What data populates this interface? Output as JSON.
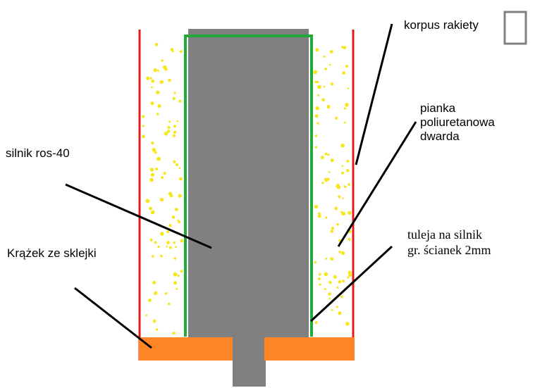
{
  "colors": {
    "body_tube": "#e21a1a",
    "sleeve": "#1faa3a",
    "motor": "#808080",
    "foam_dots": "#f5e61e",
    "disc": "#ff8424",
    "leader": "#000000",
    "symbol_box": "#808080"
  },
  "labels": {
    "korpus": "korpus rakiety",
    "pianka": [
      "pianka",
      "poliuretanowa",
      "dwarda"
    ],
    "silnik": "silnik ros-40",
    "tuleja": [
      "tuleja na silnik",
      "gr. ścianek 2mm"
    ],
    "krazek": "Krążek ze sklejki"
  },
  "icons": {
    "missing_glyph": "missing-glyph-box-icon"
  }
}
